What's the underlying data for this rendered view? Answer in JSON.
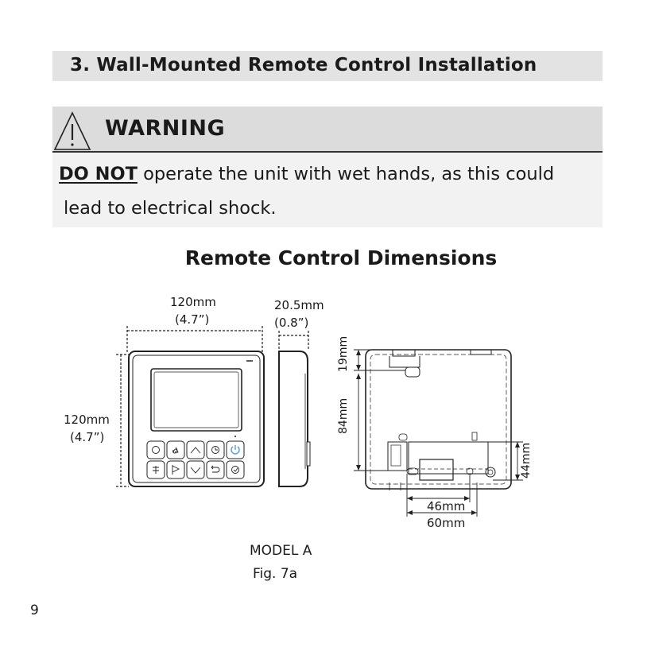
{
  "section": {
    "title": "3. Wall-Mounted Remote Control Installation"
  },
  "warning": {
    "label": "WARNING",
    "emphasis": "DO NOT",
    "text_rest": " operate the unit with wet hands, as this could",
    "text_line2": "lead to electrical shock."
  },
  "figure": {
    "title": "Remote Control Dimensions",
    "front_width": "120mm",
    "front_width_in": "(4.7”)",
    "depth": "20.5mm",
    "depth_in": "(0.8”)",
    "front_height": "120mm",
    "front_height_in": "(4.7”)",
    "back_top": "19mm",
    "back_mid": "84mm",
    "back_right": "44mm",
    "back_w1": "46mm",
    "back_w2": "60mm",
    "model": "MODEL A",
    "fig": "Fig. 7a"
  },
  "icons": {
    "warning": "warning-triangle-icon",
    "buttons": [
      "mode-icon",
      "fan-icon",
      "up-arrow-icon",
      "clock-icon",
      "power-icon",
      "swing-icon",
      "flag-icon",
      "down-arrow-icon",
      "back-icon",
      "confirm-icon"
    ]
  },
  "colors": {
    "power_button": "#3a8fd8",
    "bar": "#e3e3e3",
    "warning_bg": "#f2f2f2"
  },
  "page": {
    "number": "9"
  }
}
